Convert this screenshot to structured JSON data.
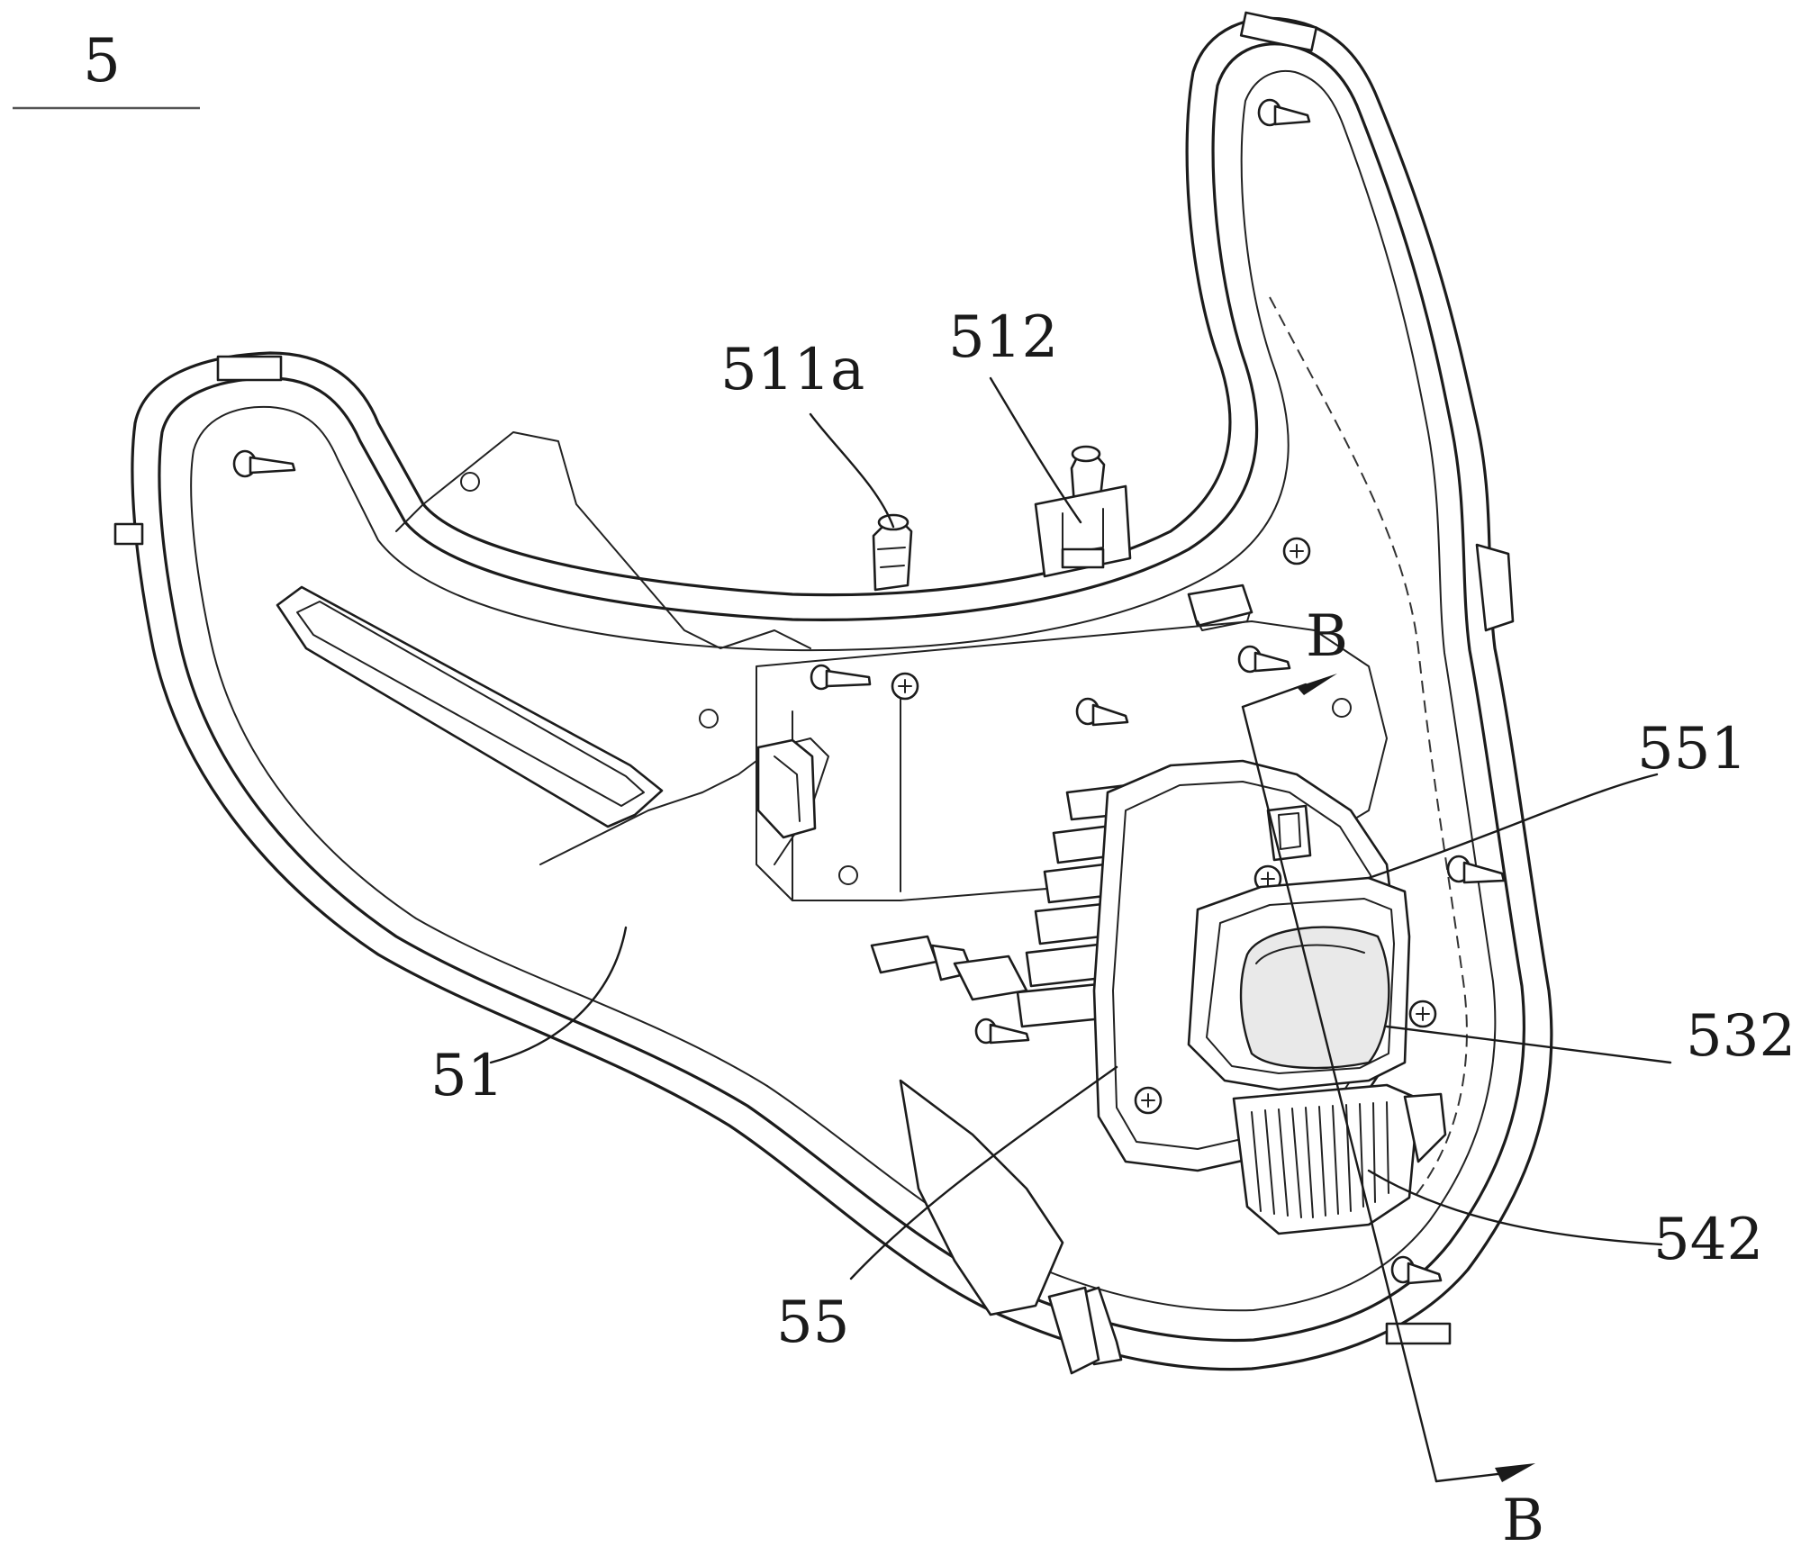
{
  "figure": {
    "number": "5"
  },
  "labels": {
    "l_511a": "511a",
    "l_512": "512",
    "l_551": "551",
    "l_532": "532",
    "l_542": "542",
    "l_51": "51",
    "l_55": "55",
    "section_top": "B",
    "section_bottom": "B"
  },
  "colors": {
    "ink": "#1c1c1c",
    "paper": "#ffffff"
  }
}
